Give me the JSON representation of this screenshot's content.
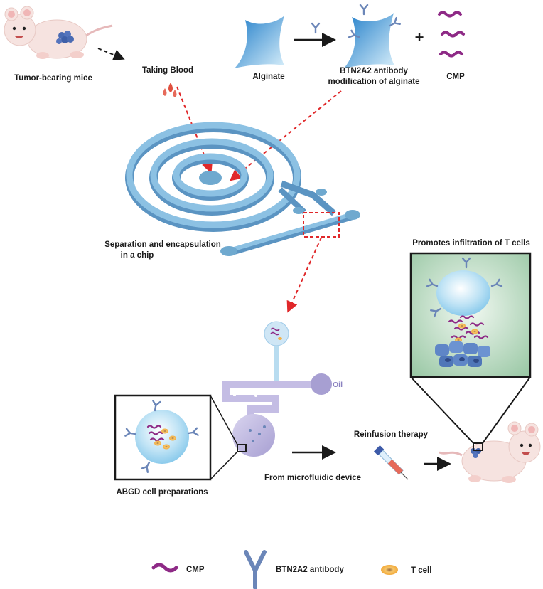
{
  "labels": {
    "tumor_mice": "Tumor-bearing mice",
    "taking_blood": "Taking Blood",
    "alginate": "Alginate",
    "btn_mod_line1": "BTN2A2 antibody",
    "btn_mod_line2": "modification of alginate",
    "plus": "+",
    "cmp_top": "CMP",
    "chip_line1": "Separation and encapsulation",
    "chip_line2": "in a chip",
    "promotes": "Promotes infiltration of T cells",
    "oil": "Oil",
    "reinfusion": "Reinfusion therapy",
    "from_device": "From microfluidic device",
    "abgd": "ABGD cell preparations"
  },
  "legend": {
    "cmp": "CMP",
    "antibody": "BTN2A2 antibody",
    "tcell": "T cell"
  },
  "colors": {
    "arrow_red": "#e0282a",
    "cmp_purple": "#8e2a86",
    "alginate_blue": "#4aa3dd",
    "chip_blue": "#6fa9cf",
    "device_purple": "#b5aed9",
    "antibody_blue": "#6b86b8",
    "panel_green": "#cfe6d4",
    "tcell_orange": "#f2b24a"
  }
}
